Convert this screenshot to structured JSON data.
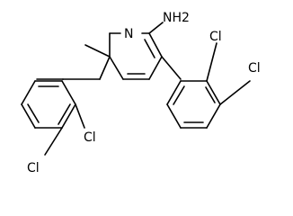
{
  "molecule": {
    "labels": {
      "pyridine_n": "N",
      "amine": "NH2",
      "cl_upper_ortho": "Cl",
      "cl_upper_meta": "Cl",
      "cl_lower_ortho": "Cl",
      "cl_lower_meta": "Cl"
    },
    "colors": {
      "bond": "#000000",
      "label": "#000000",
      "background": "#ffffff"
    }
  }
}
